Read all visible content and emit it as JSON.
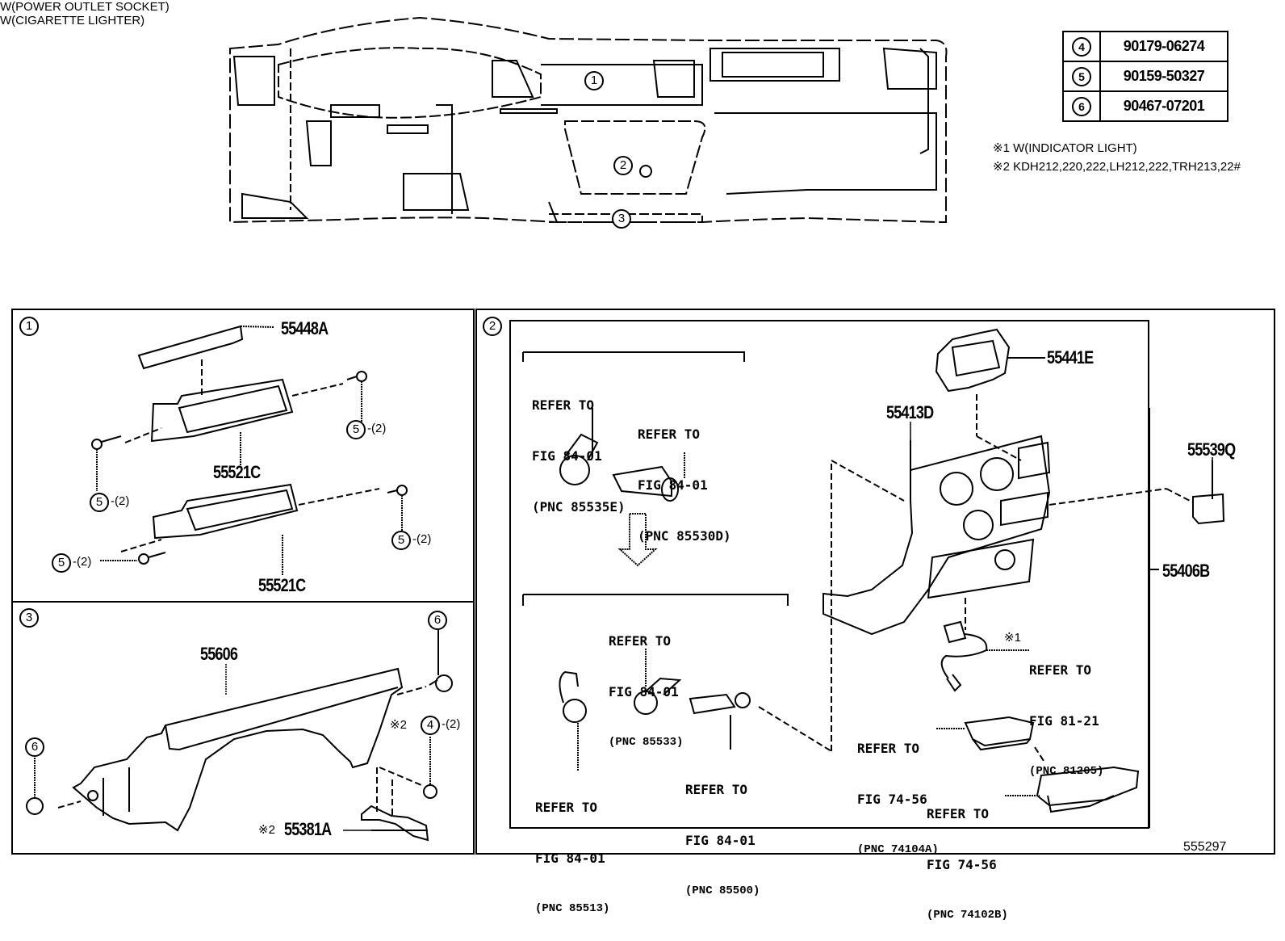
{
  "hardware_table": [
    {
      "ref": "4",
      "part_number": "90179-06274"
    },
    {
      "ref": "5",
      "part_number": "90159-50327"
    },
    {
      "ref": "6",
      "part_number": "90467-07201"
    }
  ],
  "notes": [
    "※1 W(INDICATOR LIGHT)",
    "※2 KDH212,220,222,LH212,222,TRH213,22#"
  ],
  "overview": {
    "callouts": [
      "1",
      "2",
      "3"
    ]
  },
  "panel1": {
    "label": "1",
    "parts": {
      "cover": "55448A",
      "vent_upper": "55521C",
      "vent_lower": "55521C"
    },
    "screws": [
      {
        "ref": "5",
        "qty": "-(2)"
      },
      {
        "ref": "5",
        "qty": "-(2)"
      },
      {
        "ref": "5",
        "qty": "-(2)"
      },
      {
        "ref": "5",
        "qty": "-(2)"
      }
    ]
  },
  "panel2": {
    "label": "2",
    "power_outlet_header": "W(POWER OUTLET SOCKET)",
    "power_outlet_refs": [
      {
        "line1": "REFER TO",
        "line2": "FIG 84-01",
        "line3": "(PNC 85535E)"
      },
      {
        "line1": "REFER TO",
        "line2": "FIG 84-01",
        "line3": "(PNC 85530D)"
      }
    ],
    "cig_lighter_header": "W(CIGARETTE LIGHTER)",
    "cig_lighter_refs": [
      {
        "line1": "REFER TO",
        "line2": "FIG 84-01",
        "line3": "(PNC 85533)"
      },
      {
        "line1": "REFER TO",
        "line2": "FIG 84-01",
        "line3": "(PNC 85513)"
      },
      {
        "line1": "REFER TO",
        "line2": "FIG 84-01",
        "line3": "(PNC 85500)"
      }
    ],
    "parts": {
      "bracket": "55441E",
      "center_panel": "55413D",
      "switch": "55539Q",
      "assembly": "55406B"
    },
    "indicator_ref": {
      "mark": "※1",
      "line1": "REFER TO",
      "line2": "FIG 81-21",
      "line3": "(PNC 81205)"
    },
    "tray_refs": [
      {
        "line1": "REFER TO",
        "line2": "FIG 74-56",
        "line3": "(PNC 74104A)"
      },
      {
        "line1": "REFER TO",
        "line2": "FIG 74-56",
        "line3": "(PNC 74102B)"
      }
    ]
  },
  "panel3": {
    "label": "3",
    "parts": {
      "lower_panel": "55606",
      "bracket": "55381A",
      "bracket_mark": "※2"
    },
    "clips": [
      {
        "ref": "6"
      },
      {
        "ref": "6"
      }
    ],
    "nut": {
      "mark": "※2",
      "ref": "4",
      "qty": "-(2)"
    }
  },
  "illustration_number": "555297"
}
